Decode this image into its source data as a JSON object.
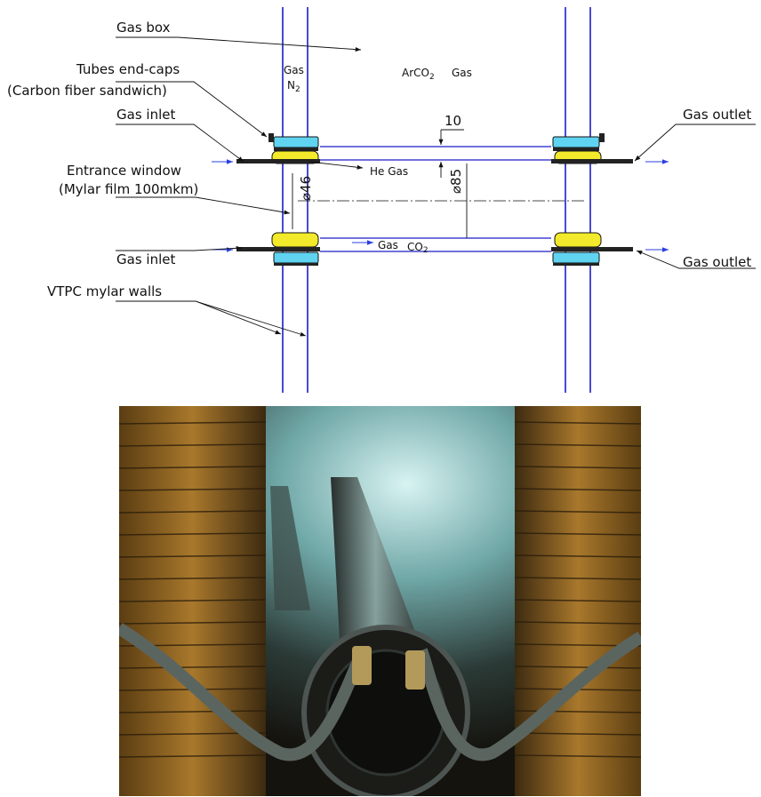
{
  "labels": {
    "gas_box": "Gas box",
    "tubes_end_caps": "Tubes end-caps",
    "carbon_fiber": "(Carbon fiber sandwich)",
    "gas_inlet_top": "Gas inlet",
    "entrance_window": "Entrance window",
    "mylar_film": "(Mylar film  100mkm)",
    "gas_inlet_bottom": "Gas inlet",
    "vtpc_walls": "VTPC mylar walls",
    "gas_outlet_top": "Gas outlet",
    "gas_outlet_bottom": "Gas outlet",
    "gas_n2_1": "Gas",
    "gas_n2_2": "N",
    "gas_n2_sub": "2",
    "arco2_main": "ArCO",
    "arco2_sub": "2",
    "arco2_gas": "Gas",
    "he_gas": "He  Gas",
    "gas_co2_1": "Gas",
    "gas_co2_2": "CO",
    "gas_co2_sub": "2",
    "dim_10": "10",
    "dim_85": "⌀85",
    "dim_46": "⌀46"
  },
  "colors": {
    "wall_blue": "#1c1cc8",
    "endcap_cyan": "#5fd3f0",
    "endcap_yellow": "#f2ea2a",
    "arrow_blue": "#2a3fe0",
    "photo_dark": "#1e1a12",
    "photo_amber": "#a9782c"
  }
}
